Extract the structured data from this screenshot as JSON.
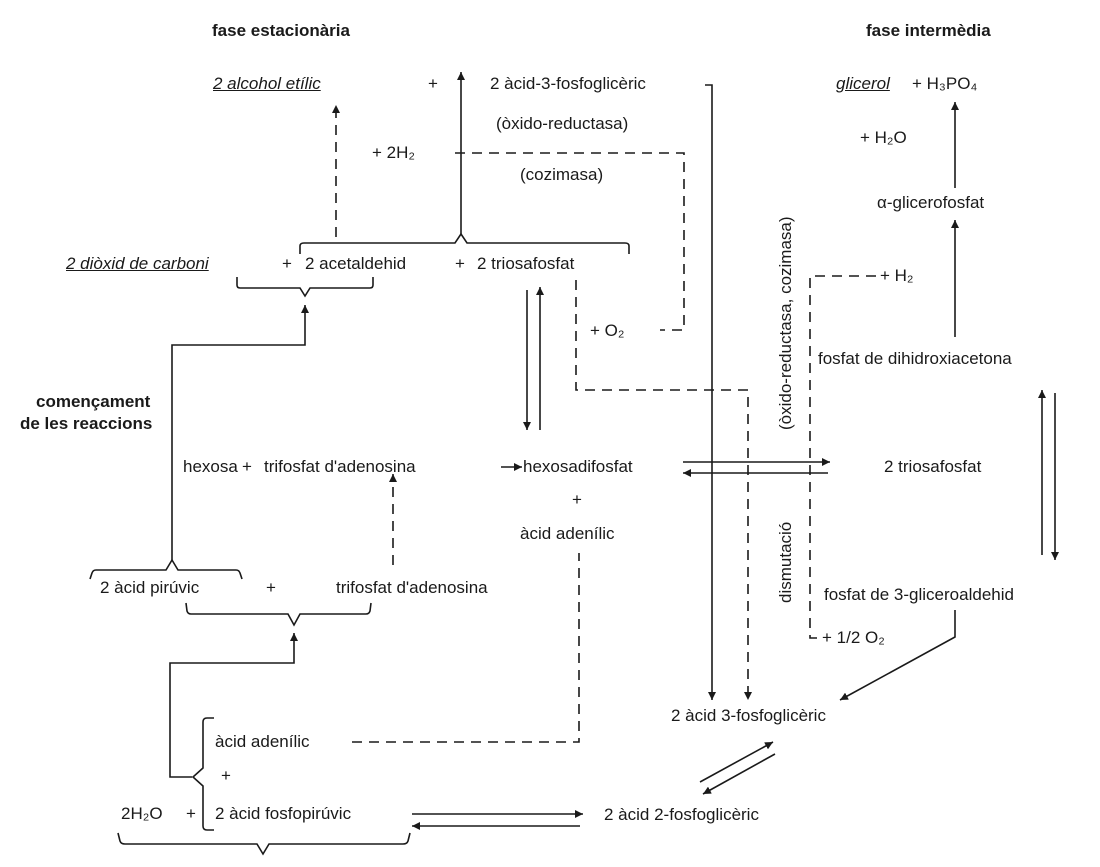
{
  "colors": {
    "ink": "#1a1a1a",
    "background": "#ffffff"
  },
  "headings": {
    "stationary": "fase estacionària",
    "intermediate": "fase intermèdia",
    "start_line1": "començament",
    "start_line2": "de les reaccions"
  },
  "labels": {
    "ethanol": "2 alcohol etílic",
    "plus": "+",
    "pga_top": "2 àcid-3-fosfoglicèric",
    "oxidoreductase": "(òxido-reductasa)",
    "h2_2": "+ 2H₂",
    "cozymase": "(cozimasa)",
    "co2": "2 diòxid de carboni",
    "acetaldehyde": "2 acetaldehid",
    "triose_left": "2 triosafosfat",
    "o2": "+ O₂",
    "hexose": "hexosa",
    "atp": "trifosfat d'adenosina",
    "hexose_diphosphate": "hexosadifosfat",
    "adenylic_1": "àcid adenílic",
    "pyruvic": "2 àcid pirúvic",
    "atp_2": "trifosfat d'adenosina",
    "adenylic_2": "àcid adenílic",
    "water_2": "2H₂O",
    "phosphopyruvic": "2 àcid fosfopirúvic",
    "pga2": "2 àcid 2-fosfoglicèric",
    "pga3": "2 àcid 3-fosfoglicèric",
    "glycerol": "glicerol",
    "h3po4": "+ H₃PO₄",
    "water": "+ H₂O",
    "alpha_glycerophosphate": "α-glicerofosfat",
    "h2_right": "+ H₂",
    "dhap": "fosfat de dihidroxiacetona",
    "triose_right": "2 triosafosfat",
    "g3p": "fosfat de 3-gliceroaldehid",
    "half_o2": "+ 1/2 O₂",
    "enzyme_vertical": "(òxido-reductasa, cozimasa)",
    "dismutation": "dismutació"
  }
}
